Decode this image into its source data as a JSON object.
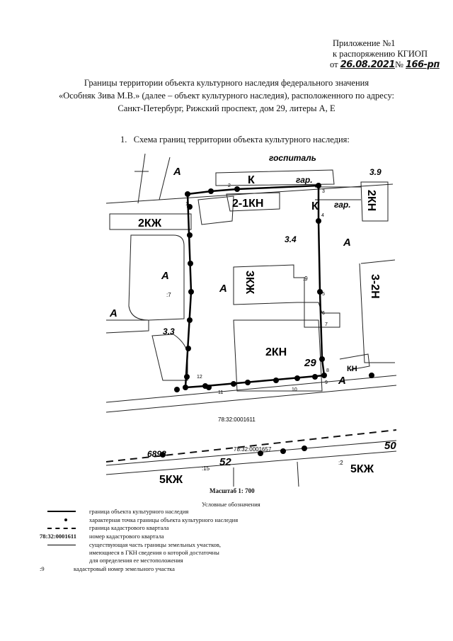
{
  "header": {
    "line1": "Приложение №1",
    "line2": "к распоряжению КГИОП",
    "date_prefix": "от",
    "date": "26.08.2021",
    "number_prefix": "№",
    "number": "166-рп"
  },
  "title": {
    "line1": "Границы территории объекта культурного наследия федерального значения",
    "line2": "«Особняк Зива М.В.» (далее – объект культурного наследия), расположенного по адресу:",
    "line3": "Санкт-Петербург, Рижский проспект, дом 29, литеры А, Е"
  },
  "section": {
    "number": "1.",
    "label": "Схема границ территории объекта культурного наследия:"
  },
  "map": {
    "labels": {
      "hospital": "госпиталь",
      "gar1": "гар.",
      "gar2": "гар.",
      "k1": "К",
      "k2": "К",
      "b2kzh": "2КЖ",
      "b21kn": "2-1КН",
      "b2kn_right": "2КН",
      "b3kzh": "3КЖ",
      "b2kn": "2КН",
      "b32n": "3-2Н",
      "kn": "КН",
      "b5kzh1": "5КЖ",
      "b5kzh2": "5КЖ",
      "a": "А",
      "h39": "3.9",
      "h34": "3.4",
      "h33": "3.3",
      "house29": "29",
      "house52": "52",
      "house50": "50",
      "n6898": "6898",
      "parcel7": ":7",
      "parcel9": ":9",
      "parcel15": ":15",
      "parcel2": ":2",
      "quarter1": "78:32:0001611",
      "quarter2": "78:32:0001657"
    },
    "points": [
      "1",
      "2",
      "3",
      "4",
      "5",
      "6",
      "7",
      "8",
      "9",
      "10",
      "11",
      "12"
    ]
  },
  "scale": "Масштаб 1: 700",
  "legend": {
    "title": "Условные обозначения",
    "items": [
      {
        "symbol": "solid-thick-line",
        "text": "граница объекта культурного наследия"
      },
      {
        "symbol": "dot",
        "text": "характерная точка границы объекта культурного наследия"
      },
      {
        "symbol": "dashed-line",
        "text": "граница кадастрового квартала"
      },
      {
        "symbol": "78:32:0001611",
        "text": "номер кадастрового квартала"
      },
      {
        "symbol": "thin-line",
        "text": "существующая часть границы земельных участков,",
        "text2": "имеющиеся в ГКН сведения о которой достаточны",
        "text3": "для определения ее местоположения"
      },
      {
        "symbol": ":9",
        "text": "кадастровый номер земельного участка"
      }
    ]
  }
}
